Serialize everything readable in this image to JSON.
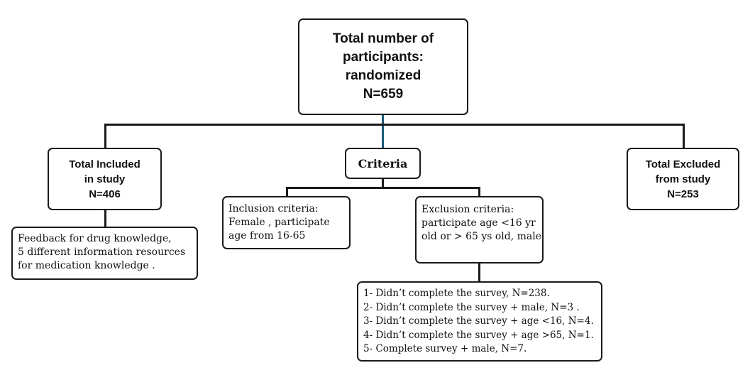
{
  "total": {
    "lines": [
      "Total number of",
      "participants:",
      "randomized",
      "N=659"
    ]
  },
  "included": {
    "lines": [
      "Total Included",
      "in study",
      "N=406"
    ]
  },
  "criteria": {
    "label": "Criteria"
  },
  "excluded": {
    "lines": [
      "Total Excluded",
      "from study",
      "N=253"
    ]
  },
  "feedback": {
    "lines": [
      "Feedback for drug knowledge,",
      "5 different information resources",
      "for medication knowledge ."
    ]
  },
  "inclusion_criteria": {
    "lines": [
      "Inclusion criteria:",
      "Female , participate",
      "age from 16-65"
    ]
  },
  "exclusion_criteria": {
    "lines": [
      "Exclusion criteria:",
      "participate age <16 yr",
      "old or > 65 ys old, male"
    ]
  },
  "exclusion_breakdown": {
    "lines": [
      "1- Didn’t complete the survey, N=238.",
      "2- Didn’t complete the survey + male, N=3 .",
      "3- Didn’t complete the survey + age <16, N=4.",
      "4- Didn’t complete the survey + age >65, N=1.",
      "5- Complete survey + male, N=7."
    ]
  },
  "colors": {
    "border": "#1a1a1a",
    "connector_accent": "#1e5a7a"
  }
}
